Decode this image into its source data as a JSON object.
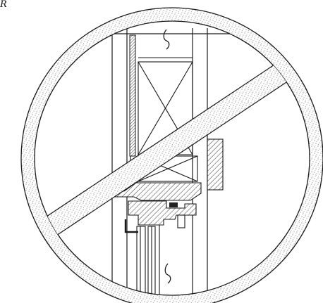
{
  "drawing": {
    "corner_label": "R",
    "section_marks": [
      "break-line-symbol-top",
      "break-line-symbol-bottom"
    ],
    "colors": {
      "line": "#1a1a1a",
      "background": "#ffffff",
      "stipple": "#555555"
    }
  }
}
